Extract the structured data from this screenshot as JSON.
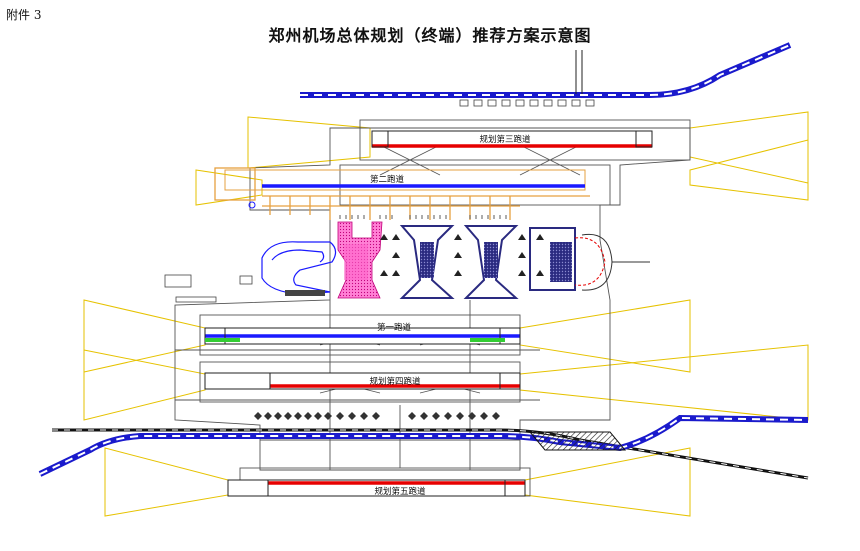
{
  "header": {
    "attachment": "附件 3",
    "title": "郑州机场总体规划（终端）推荐方案示意图"
  },
  "runways": {
    "r1": "第一跑道",
    "r2": "第二跑道",
    "r3": "规划第三跑道",
    "r4": "规划第四跑道",
    "r5": "规划第五跑道"
  },
  "colors": {
    "runway_existing": "#1a1aff",
    "runway_planned": "#e60000",
    "railway": "#111111",
    "highway": "#1a1acc",
    "approach_zone": "#e6c200",
    "terminal_fill": "#ff66cc"
  }
}
